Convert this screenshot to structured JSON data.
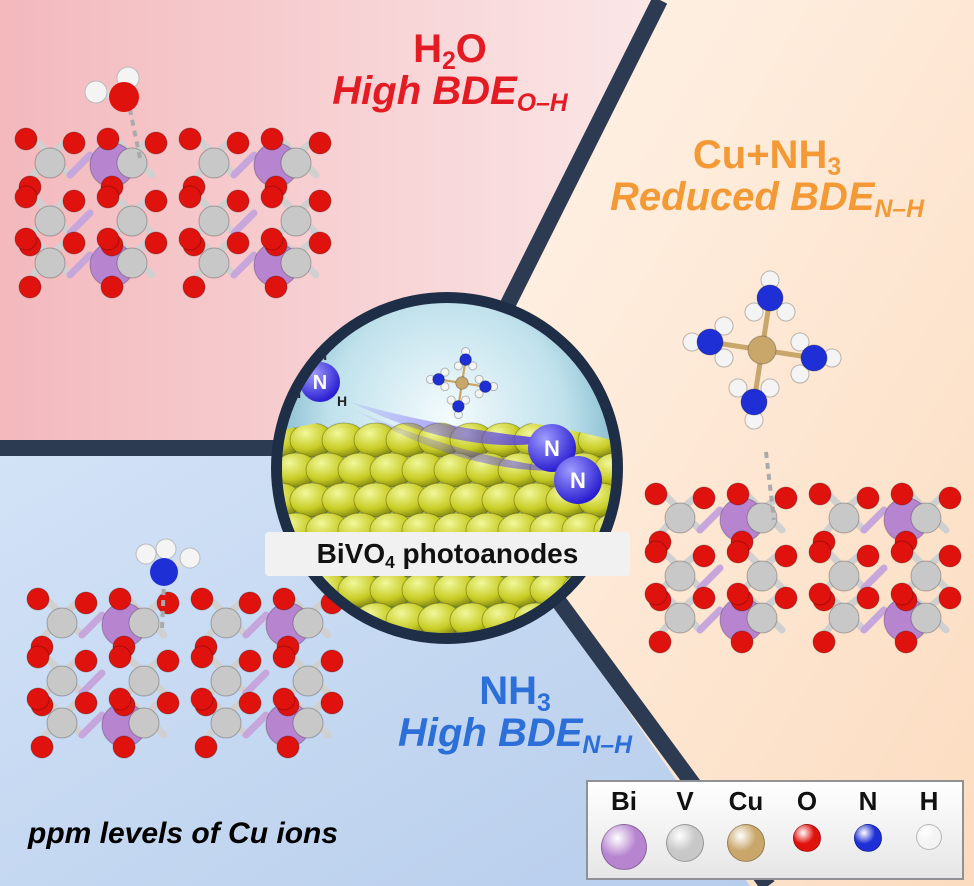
{
  "colors": {
    "panel_water": "#f6c8ca",
    "panel_cu": "#fde5cf",
    "panel_nh3": "#cadcf3",
    "title_water": "#e31b23",
    "title_cu": "#f39a36",
    "title_nh3": "#2c6fd8",
    "Bi": "#b784d0",
    "V": "#c8c8c8",
    "Cu": "#c9a66a",
    "O": "#e0120d",
    "N": "#1e2fd6",
    "H": "#f4f4f4"
  },
  "panels": {
    "water": {
      "formula_main": "H",
      "formula_sub": "2",
      "formula_end": "O",
      "bde_prefix": "High BDE",
      "bde_sub": "O–H"
    },
    "cu": {
      "formula_main": "Cu+NH",
      "formula_sub": "3",
      "bde_prefix": "Reduced BDE",
      "bde_sub": "N–H"
    },
    "nh3": {
      "formula_main": "NH",
      "formula_sub": "3",
      "bde_prefix": "High BDE",
      "bde_sub": "N–H"
    }
  },
  "center": {
    "label_main": "BiVO",
    "label_sub": "4",
    "label_end": " photoanodes",
    "n_label": "N",
    "h_label": "H"
  },
  "footer": {
    "text": "ppm levels of Cu ions"
  },
  "legend": [
    {
      "symbol": "Bi",
      "color": "#b784d0",
      "size": 44
    },
    {
      "symbol": "V",
      "color": "#c8c8c8",
      "size": 36
    },
    {
      "symbol": "Cu",
      "color": "#c9a66a",
      "size": 36
    },
    {
      "symbol": "O",
      "color": "#e0120d",
      "size": 26
    },
    {
      "symbol": "N",
      "color": "#1e2fd6",
      "size": 26
    },
    {
      "symbol": "H",
      "color": "#f4f4f4",
      "size": 24
    }
  ]
}
